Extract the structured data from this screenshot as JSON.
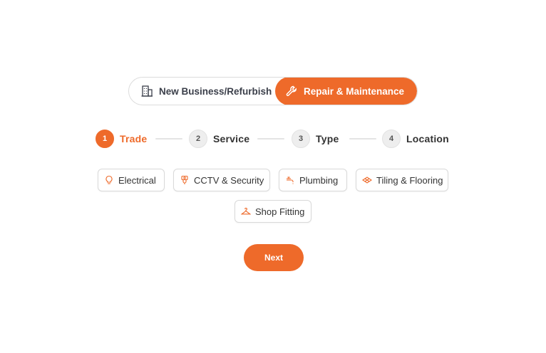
{
  "toggle": {
    "options": [
      {
        "label": "New Business/Refurbish",
        "icon": "building-icon",
        "active": false
      },
      {
        "label": "Repair & Maintenance",
        "icon": "wrench-icon",
        "active": true
      }
    ]
  },
  "stepper": {
    "steps": [
      {
        "number": "1",
        "label": "Trade",
        "active": true
      },
      {
        "number": "2",
        "label": "Service",
        "active": false
      },
      {
        "number": "3",
        "label": "Type",
        "active": false
      },
      {
        "number": "4",
        "label": "Location",
        "active": false
      }
    ]
  },
  "trades": [
    {
      "label": "Electrical",
      "icon": "bulb-icon"
    },
    {
      "label": "CCTV & Security",
      "icon": "cctv-icon"
    },
    {
      "label": "Plumbing",
      "icon": "faucet-icon"
    },
    {
      "label": "Tiling & Flooring",
      "icon": "tile-icon"
    },
    {
      "label": "Shop Fitting",
      "icon": "hanger-icon"
    }
  ],
  "actions": {
    "next_label": "Next"
  },
  "colors": {
    "accent": "#ee6a2a",
    "border": "#d9d9d9",
    "text": "#333333"
  }
}
